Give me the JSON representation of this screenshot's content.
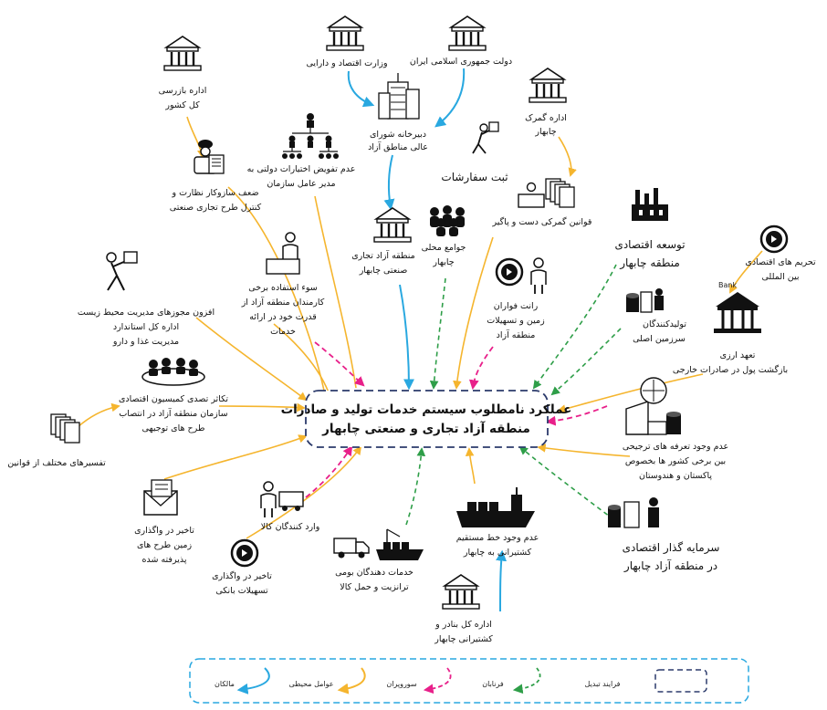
{
  "center": {
    "line1": "عملکرد نامطلوب سیستم خدمات تولید و صادرات",
    "line2": "منطقه آزاد تجاری و صنعتی چابهار"
  },
  "nodes": {
    "dowlat": "دولت جمهوری اسلامی ایران",
    "vezarat": "وزارت اقتصاد و دارایی",
    "edare_bazrasi_1": "اداره بازرسی",
    "edare_bazrasi_2": "کل کشور",
    "dabirkhane_1": "دبیرخانه شورای",
    "dabirkhane_2": "عالی مناطق آزاد",
    "edare_gomrok_1": "اداره گمرک",
    "edare_gomrok_2": "چابهار",
    "sabt": "ثبت سفارشات",
    "adam_tafviz_1": "عدم تفویض اختیارات دولتی به",
    "adam_tafviz_2": "مدیر عامل سازمان",
    "zaf_1": "ضعف سازوکار نظارت و",
    "zaf_2": "کنترل طرح تجاری صنعتی",
    "ghavanin": "قوانین گمرکی دست و پاگیر",
    "tose_1": "توسعه اقتصادی",
    "tose_2": "منطقه چابهار",
    "tahrim_1": "تحریم های اقتصادی",
    "tahrim_2": "بین المللی",
    "mantaghe_1": "منطقه آزاد تجاری",
    "mantaghe_2": "صنعتی چابهار",
    "javame_1": "جوامع محلی",
    "javame_2": "چابهار",
    "rant_1": "رانت فواران",
    "rant_2": "زمین و تسهیلات",
    "rant_3": "منطقه آزاد",
    "tolid_1": "تولیدکنندگان",
    "tolid_2": "سرزمین اصلی",
    "soe_1": "سوء استفاده برخی",
    "soe_2": "کارمندان منطقه آزاد از",
    "soe_3": "قدرت خود در ارائه",
    "soe_4": "خدمات",
    "afzoon_1": "افزون مجوزهای مدیریت محیط زیست",
    "afzoon_2": "اداره کل استاندارد",
    "afzoon_3": "مدیریت غذا و دارو",
    "taahod_1": "تعهد ارزی",
    "taahod_2": "بازگشت پول در صادرات خارجی",
    "bank": "Bank",
    "tak_1": "تکاثر تصدی کمیسیون اقتصادی",
    "tak_2": "سازمان منطقه آزاد در انتصاب",
    "tak_3": "طرح های توجیهی",
    "tafsir": "تفسیرهای مختلف از قوانین",
    "adam_tarefe_1": "عدم وجود تعرفه های ترجیحی",
    "adam_tarefe_2": "بین برخی کشور ها بخصوص",
    "adam_tarefe_3": "پاکستان و هندوستان",
    "takhir_zamin_1": "تاخیر در واگذاری",
    "takhir_zamin_2": "زمین طرح های",
    "takhir_zamin_3": "پذیرفته شده",
    "varedkonande": "وارد کنندگان کالا",
    "takhir_tas_1": "تاخیر در واگذاری",
    "takhir_tas_2": "تسهیلات بانکی",
    "khadamat_1": "خدمات دهندگان بومی",
    "khadamat_2": "ترانزیت و حمل کالا",
    "adam_khat_1": "عدم وجود خط مستقیم",
    "adam_khat_2": "کشتیرانی به چابهار",
    "sarmaye_1": "سرمایه گذار اقتصادی",
    "sarmaye_2": "در منطقه آزاد چابهار",
    "edare_banader_1": "اداره کل بنادر و",
    "edare_banader_2": "کشتیرانی چابهار"
  },
  "legend": {
    "malekan": "مالکان",
    "avamel": "عوامل محیطی",
    "sorvaran": "سوروپران",
    "faranaan": "فرنابان",
    "farayand": "فرایند تبدیل"
  },
  "colors": {
    "owners": "#29a8e0",
    "environment": "#f5b52e",
    "supervisors": "#e8208a",
    "actors": "#2e9e48",
    "transform_border": "#2b3a6b"
  }
}
